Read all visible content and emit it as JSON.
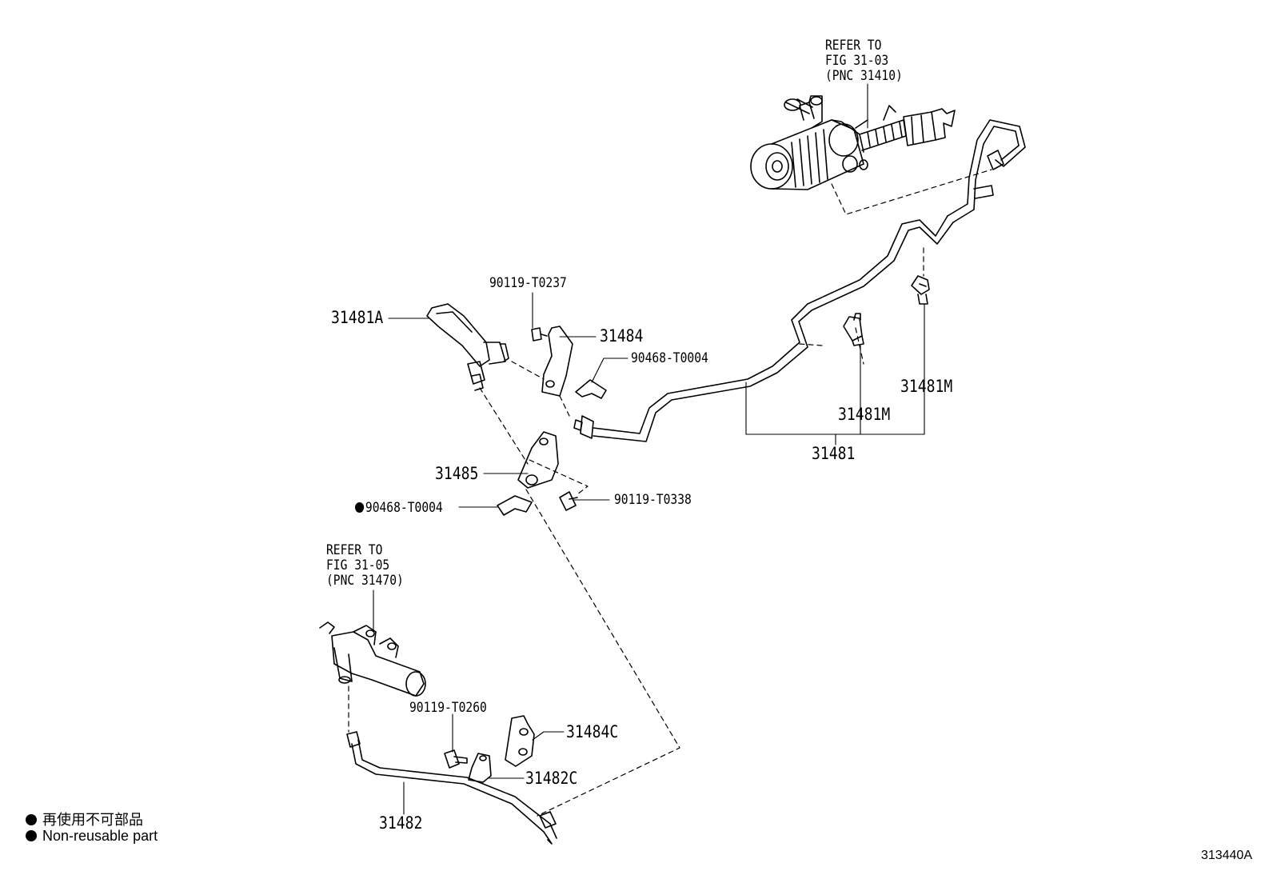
{
  "references": {
    "master_cylinder": [
      "REFER TO",
      "FIG 31-03",
      "(PNC 31410)"
    ],
    "release_cylinder": [
      "REFER TO",
      "FIG 31-05",
      "(PNC 31470)"
    ]
  },
  "callouts": {
    "p31481A": "31481A",
    "p90119_T0237": "90119-T0237",
    "p31484": "31484",
    "p90468_T0004_top": "90468-T0004",
    "p31481M_right": "31481M",
    "p31481M_mid": "31481M",
    "p31481": "31481",
    "p31485": "31485",
    "p90468_T0004_nr": "90468-T0004",
    "p90119_T0338": "90119-T0338",
    "p90119_T0260": "90119-T0260",
    "p31484C": "31484C",
    "p31482C": "31482C",
    "p31482": "31482"
  },
  "legend": {
    "line1": "再使用不可部品",
    "line2": "Non-reusable part"
  },
  "figure_id": "313440A"
}
